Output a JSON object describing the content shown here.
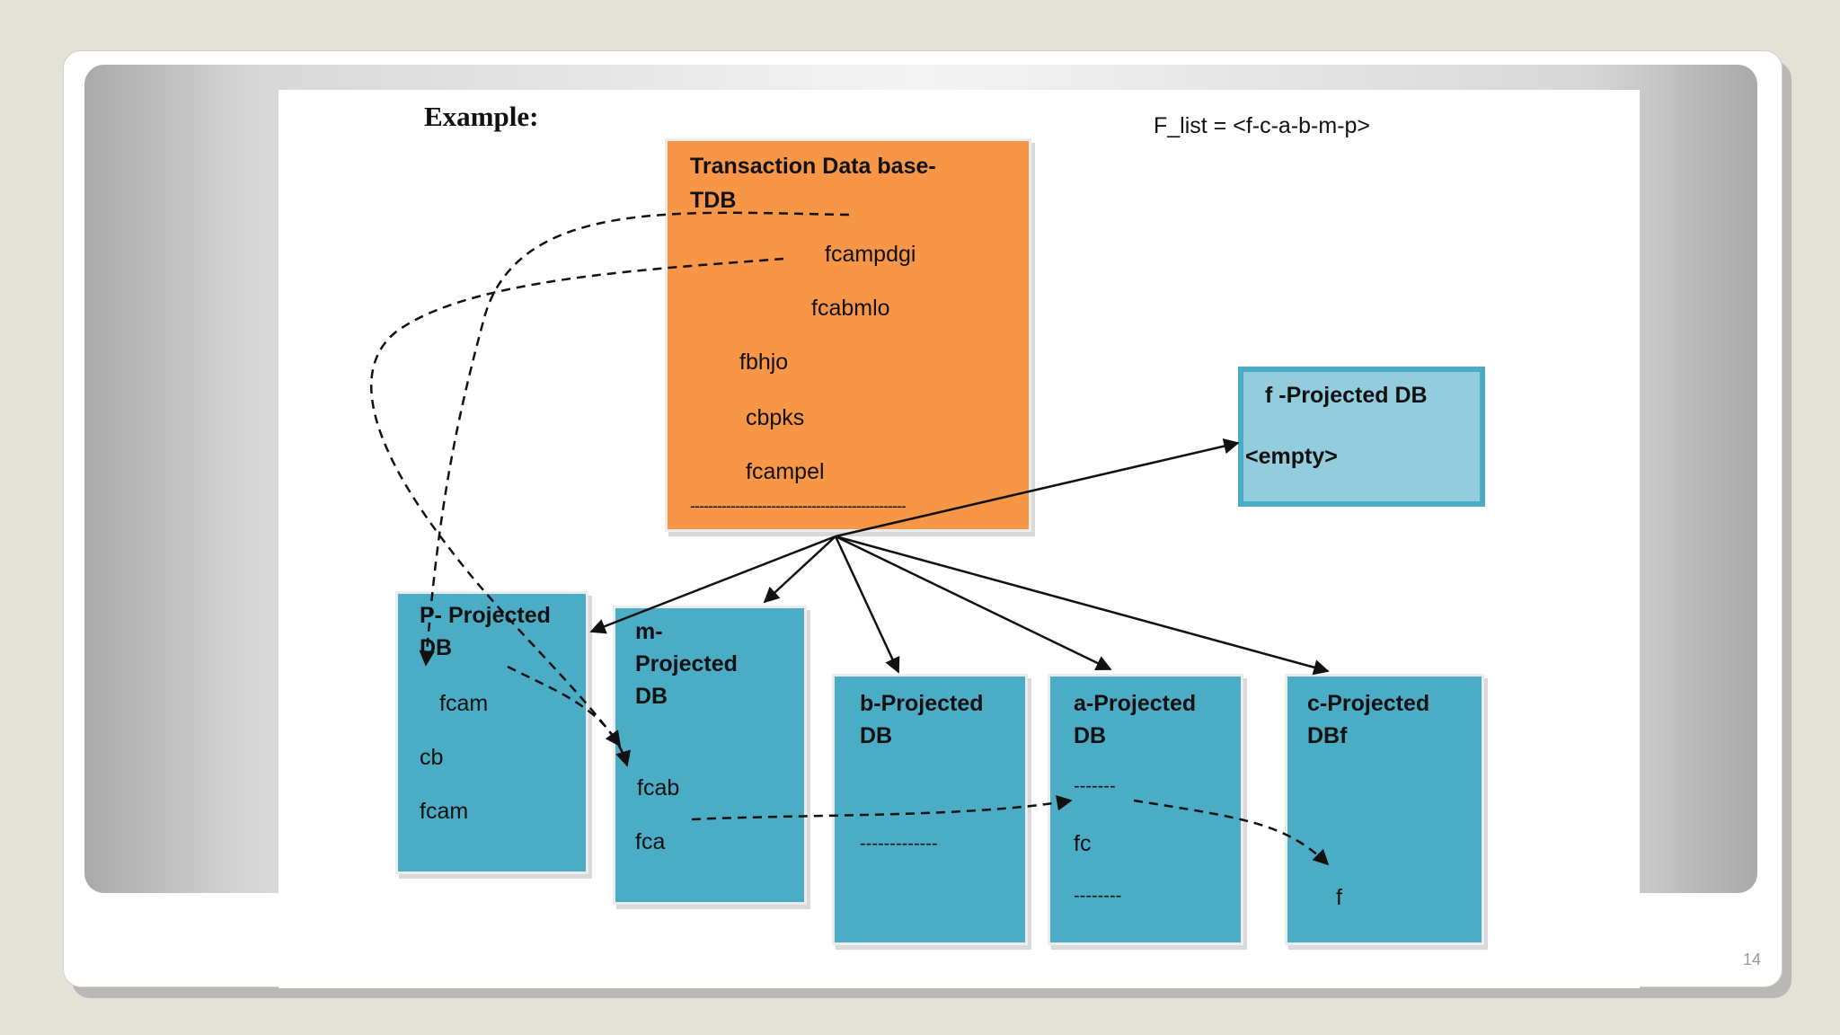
{
  "slide": {
    "heading": "Example:",
    "f_list": "F_list = <f-c-a-b-m-p>",
    "page_number": "14"
  },
  "tdb": {
    "title_line1": "Transaction Data base-",
    "title_line2": "TDB",
    "transactions": [
      "fcampdgi",
      "fcabmlo",
      "fbhjo",
      "cbpks",
      "fcampel"
    ],
    "separator": "------------------------------------------------"
  },
  "f_projected": {
    "title": "f -Projected DB",
    "content": "<empty>"
  },
  "p_projected": {
    "title_line1": "P- Projected",
    "title_line2": "DB",
    "items": [
      "fcam",
      "cb",
      "fcam"
    ]
  },
  "m_projected": {
    "title_line1": "m-",
    "title_line2": "Projected",
    "title_line3": "DB",
    "items": [
      "fcab",
      "fca"
    ]
  },
  "b_projected": {
    "title_line1": "b-Projected",
    "title_line2": "DB",
    "separator": "-------------"
  },
  "a_projected": {
    "title_line1": "a-Projected",
    "title_line2": "DB",
    "separator_top": "-------",
    "item": "fc",
    "separator_bottom": "--------"
  },
  "c_projected": {
    "title_line1": "c-Projected",
    "title_line2": "DBf",
    "item": "f"
  },
  "colors": {
    "tdb_fill": "#f79646",
    "projected_fill": "#4bacc6",
    "f_projected_fill": "#93cddd"
  }
}
